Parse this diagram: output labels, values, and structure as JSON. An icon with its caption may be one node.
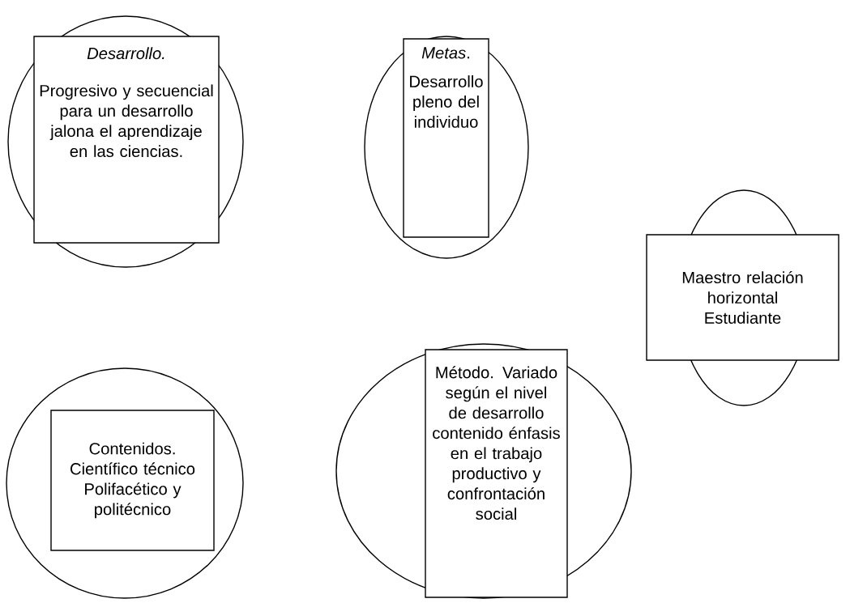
{
  "diagram": {
    "nodes": [
      {
        "text": [],
        "shape": "circle"
      },
      {
        "text": [
          "Desarrollo.",
          "Progresivo y secuencial para un desarrollo jalona el aprendizaje en las ciencias."
        ],
        "in": 0
      },
      {
        "text": [],
        "shape": "circle"
      },
      {
        "text": [
          "*Metas*.",
          "Desarrollo pleno del individuo"
        ],
        "in": 2
      },
      {
        "text": [],
        "shape": "circle"
      },
      {
        "text": [
          "Maestro relación horizontal Estudiante"
        ]
      },
      {
        "text": [],
        "shape": "circle"
      },
      {
        "text": [
          "Contenidos. Científico técnico Polifacético y politécnico"
        ],
        "in": 6
      },
      {
        "text": [],
        "shape": "circle"
      },
      {
        "text": [
          "Método. Variado según el nivel de desarrollo contenido énfasis en el trabajo productivo y confrontación social"
        ],
        "in": 8
      }
    ]
  }
}
